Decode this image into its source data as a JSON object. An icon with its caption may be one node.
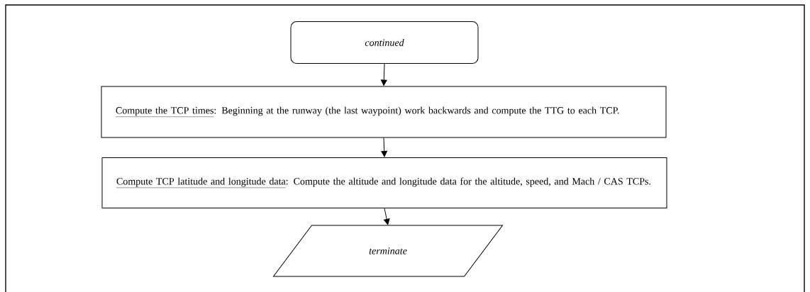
{
  "diagram": {
    "nodes": [
      {
        "text": [
          "continued"
        ]
      },
      {
        "text": [
          "Compute the TCP times",
          ": Beginning at the runway (the last waypoint) work backwards and compute the TTG to each TCP."
        ]
      },
      {
        "text": [
          "Compute TCP latitude and longitude data",
          ": Compute the altitude and longitude data for the altitude, speed, and Mach / CAS TCPs."
        ]
      },
      {
        "text": [
          "terminate"
        ]
      }
    ],
    "edges": [
      {
        "from": 0,
        "to": 1,
        "arrow": "to"
      },
      {
        "from": 1,
        "to": 2,
        "arrow": "to"
      },
      {
        "from": 2,
        "to": 3,
        "arrow": "to"
      }
    ]
  }
}
